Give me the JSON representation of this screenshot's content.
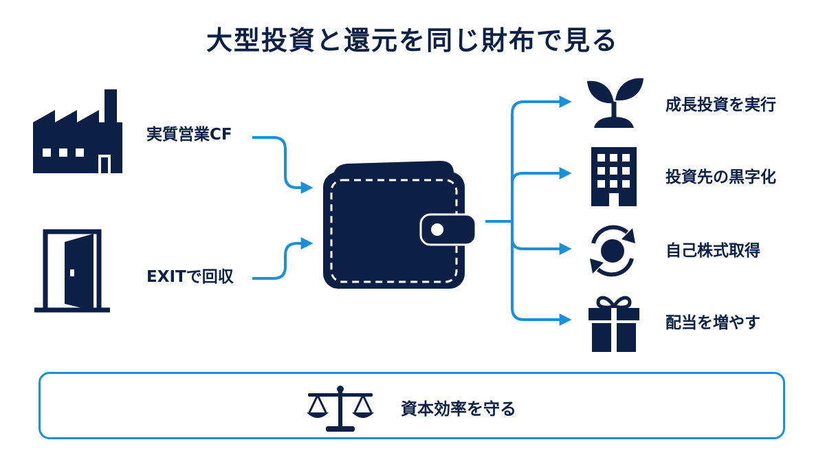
{
  "title": "大型投資と還元を同じ財布で見る",
  "sources": [
    {
      "label": "実質営業CF",
      "icon": "factory-icon"
    },
    {
      "label": "EXITで回収",
      "icon": "open-door-icon"
    }
  ],
  "center": {
    "icon": "wallet-icon"
  },
  "uses": [
    {
      "label": "成長投資を実行",
      "icon": "sprout-icon"
    },
    {
      "label": "投資先の黒字化",
      "icon": "building-icon"
    },
    {
      "label": "自己株式取得",
      "icon": "cycle-arrows-icon"
    },
    {
      "label": "配当を増やす",
      "icon": "gift-icon"
    }
  ],
  "footer": {
    "label": "資本効率を守る",
    "icon": "balance-scale-icon"
  },
  "colors": {
    "navy": "#0c1f44",
    "accent_blue": "#1b8fd8"
  }
}
